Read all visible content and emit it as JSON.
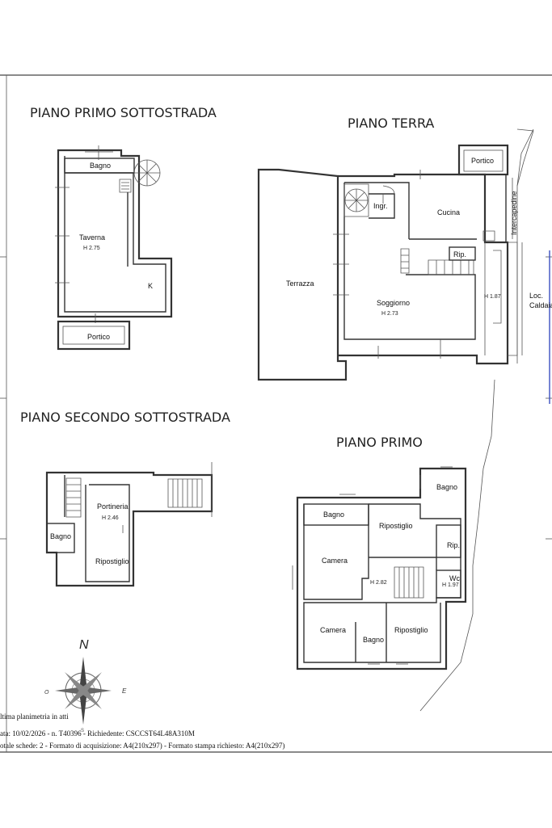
{
  "floors": {
    "primo_sottostrada": {
      "title": "PIANO PRIMO SOTTOSTRADA",
      "rooms": {
        "bagno": "Bagno",
        "taverna": "Taverna",
        "taverna_h": "H 2.75",
        "k": "K",
        "portico": "Portico"
      }
    },
    "terra": {
      "title": "PIANO TERRA",
      "rooms": {
        "portico": "Portico",
        "ingr": "Ingr.",
        "cucina": "Cucina",
        "intercapedine": "Intercapedine",
        "terrazza": "Terrazza",
        "rip": "Rip.",
        "soggiorno": "Soggiorno",
        "soggiorno_h": "H 2.73",
        "h_187": "H 1.87",
        "loc": "Loc.",
        "caldaia": "Caldaia"
      }
    },
    "secondo_sottostrada": {
      "title": "PIANO SECONDO SOTTOSTRADA",
      "rooms": {
        "portineria": "Portineria",
        "portineria_h": "H 2.46",
        "bagno": "Bagno",
        "ripostiglio": "Ripostiglio"
      }
    },
    "primo": {
      "title": "PIANO PRIMO",
      "rooms": {
        "bagno_top": "Bagno",
        "bagno_mid": "Bagno",
        "ripostiglio": "Ripostiglio",
        "rip": "Rip.",
        "camera_1": "Camera",
        "h_282": "H 2.82",
        "wc": "Wc",
        "wc_h": "H 1.97",
        "camera_2": "Camera",
        "bagno_bottom": "Bagno",
        "ripostiglio_2": "Ripostiglio"
      }
    }
  },
  "compass": {
    "north": "N",
    "east": "E",
    "west": "O",
    "south": "S"
  },
  "footer": {
    "line1": "ltima planimetria in atti",
    "line2": "ata: 10/02/2026 - n. T40396 - Richiedente: CSCCST64L48A310M",
    "line3": "otale schede: 2 - Formato di acquisizione: A4(210x297) - Formato stampa richiesto: A4(210x297)"
  }
}
